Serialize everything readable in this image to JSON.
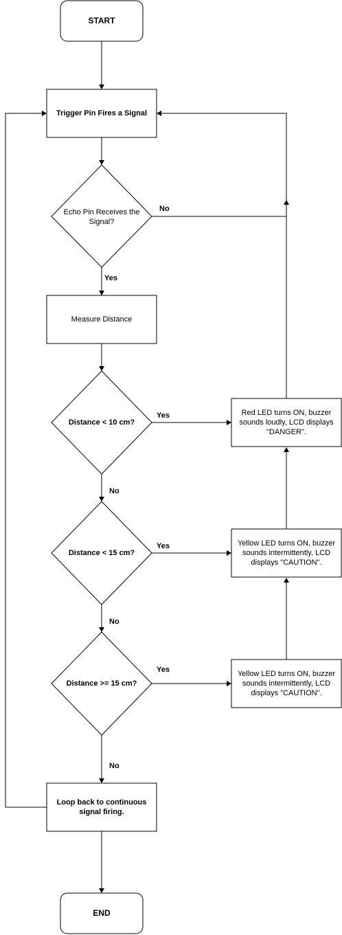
{
  "nodes": {
    "start": "START",
    "trigger": "Trigger Pin Fires a Signal",
    "echo": [
      "Echo Pin Receives the",
      "Signal?"
    ],
    "measure": "Measure Distance",
    "d10": "Distance < 10 cm?",
    "d15": "Distance < 15 cm?",
    "d15ge": "Distance >= 15 cm?",
    "danger": [
      "Red LED turns ON, buzzer",
      "sounds loudly, LCD displays",
      "\"DANGER\"."
    ],
    "caution1": [
      "Yellow LED turns ON, buzzer",
      "sounds intermittently, LCD",
      "displays \"CAUTION\"."
    ],
    "caution2": [
      "Yellow LED turns ON, buzzer",
      "sounds intermittently, LCD",
      "displays \"CAUTION\"."
    ],
    "loop": [
      "Loop back to continuous",
      "signal firing."
    ],
    "end": "END"
  },
  "edges": {
    "echo_no": "No",
    "echo_yes": "Yes",
    "d10_yes": "Yes",
    "d10_no": "No",
    "d15_yes": "Yes",
    "d15_no": "No",
    "d15ge_yes": "Yes",
    "d15ge_no": "No"
  }
}
